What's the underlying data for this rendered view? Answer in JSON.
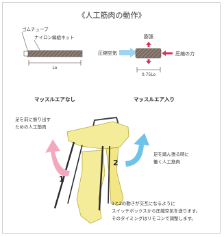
{
  "title": "《人工筋肉の動作》",
  "top_left": {
    "rubber_tube_label": "ゴムチューブ",
    "nylon_net_label": "ナイロン編組ネット",
    "length_label": "Lo",
    "caption": "マッスルエアなし"
  },
  "top_right": {
    "expand_label": "膨張",
    "compressed_air_label": "圧縮空気",
    "contraction_force_label": "圧縮の力",
    "length_label": "0.75Lo",
    "caption": "マッスルエア入り"
  },
  "bottom": {
    "arrow1_label": "1",
    "arrow2_label": "2",
    "note_left_line1": "足を前に振り出す",
    "note_left_line2": "ための人工筋肉",
    "note_right_line1": "足を踏ん張る時に",
    "note_right_line2": "働く人工筋肉",
    "description_line1": "1と2の動きが交互になるように",
    "description_line2": "スイッチボックスから圧縮空気を送ります。",
    "description_line3": "そのタイミングはリモコンで調整します。"
  },
  "colors": {
    "muscle_fill": "#8a7a72",
    "air_arrow": "#9fd3f0",
    "force_arrow": "#d9305a",
    "pink_arrow": "#f3a9bd",
    "blue_arrow": "#6ec3ea",
    "device_yellow": "#f5ec9a"
  }
}
